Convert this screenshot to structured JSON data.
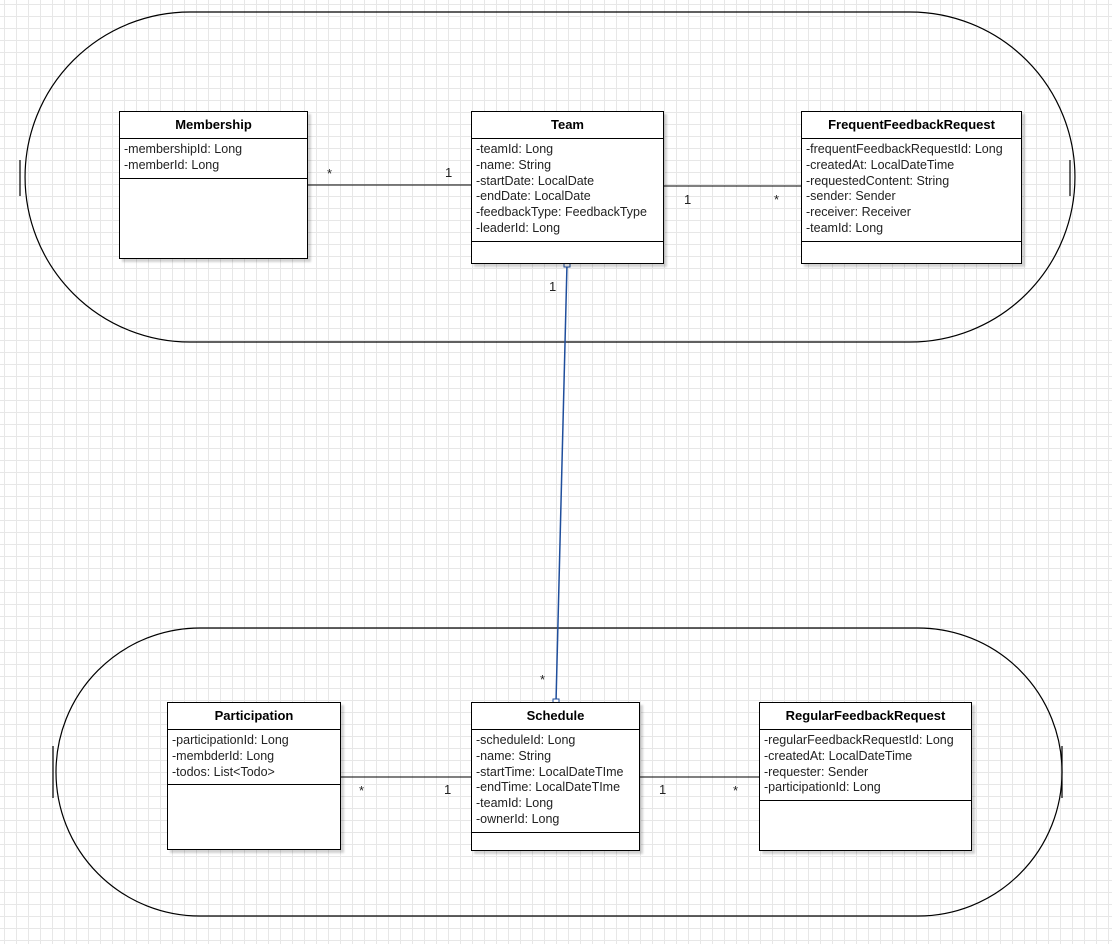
{
  "classes": {
    "membership": {
      "name": "Membership",
      "attributes": [
        "-membershipId: Long",
        "-memberId: Long"
      ]
    },
    "team": {
      "name": "Team",
      "attributes": [
        "-teamId: Long",
        "-name: String",
        "-startDate: LocalDate",
        "-endDate: LocalDate",
        "-feedbackType: FeedbackType",
        "-leaderId: Long"
      ]
    },
    "frequent": {
      "name": "FrequentFeedbackRequest",
      "attributes": [
        "-frequentFeedbackRequestId: Long",
        "-createdAt: LocalDateTime",
        "-requestedContent: String",
        "-sender: Sender",
        "-receiver: Receiver",
        "-teamId: Long"
      ]
    },
    "participation": {
      "name": "Participation",
      "attributes": [
        "-participationId: Long",
        "-membderId: Long",
        "-todos: List<Todo>"
      ]
    },
    "schedule": {
      "name": "Schedule",
      "attributes": [
        "-scheduleId: Long",
        "-name: String",
        "-startTime: LocalDateTIme",
        "-endTime: LocalDateTIme",
        "-teamId: Long",
        "-ownerId: Long"
      ]
    },
    "regular": {
      "name": "RegularFeedbackRequest",
      "attributes": [
        "-regularFeedbackRequestId: Long",
        "-createdAt: LocalDateTime",
        "-requester: Sender",
        "-participationId: Long"
      ]
    }
  },
  "multiplicities": {
    "membership_team_many": "*",
    "membership_team_one": "1",
    "team_frequent_one": "1",
    "team_frequent_many": "*",
    "team_schedule_one": "1",
    "team_schedule_many": "*",
    "participation_schedule_many": "*",
    "participation_schedule_one": "1",
    "schedule_regular_one": "1",
    "schedule_regular_many": "*"
  },
  "colors": {
    "connector_team_schedule": "#1f4e9c",
    "line": "#000000",
    "grid": "#e7e7e7"
  }
}
